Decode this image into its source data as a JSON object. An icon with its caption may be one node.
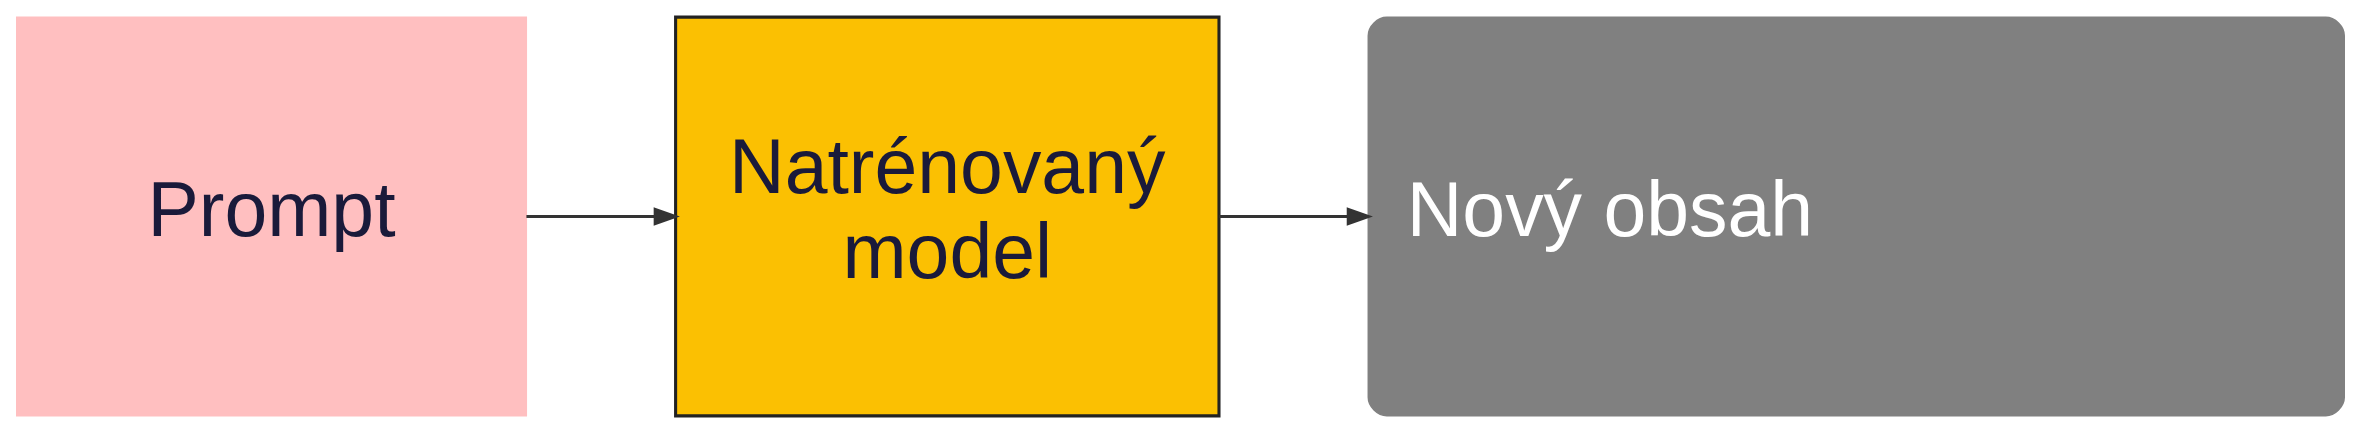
{
  "diagram": {
    "nodes": [
      {
        "text": [
          "Prompt"
        ]
      },
      {
        "text": [
          "Natrénovaný model"
        ]
      },
      {
        "text": [
          "Nový obsah"
        ]
      }
    ],
    "edges": [
      {
        "from": 0,
        "to": 1,
        "arrow": "to"
      },
      {
        "from": 1,
        "to": 2,
        "arrow": "to"
      }
    ]
  }
}
